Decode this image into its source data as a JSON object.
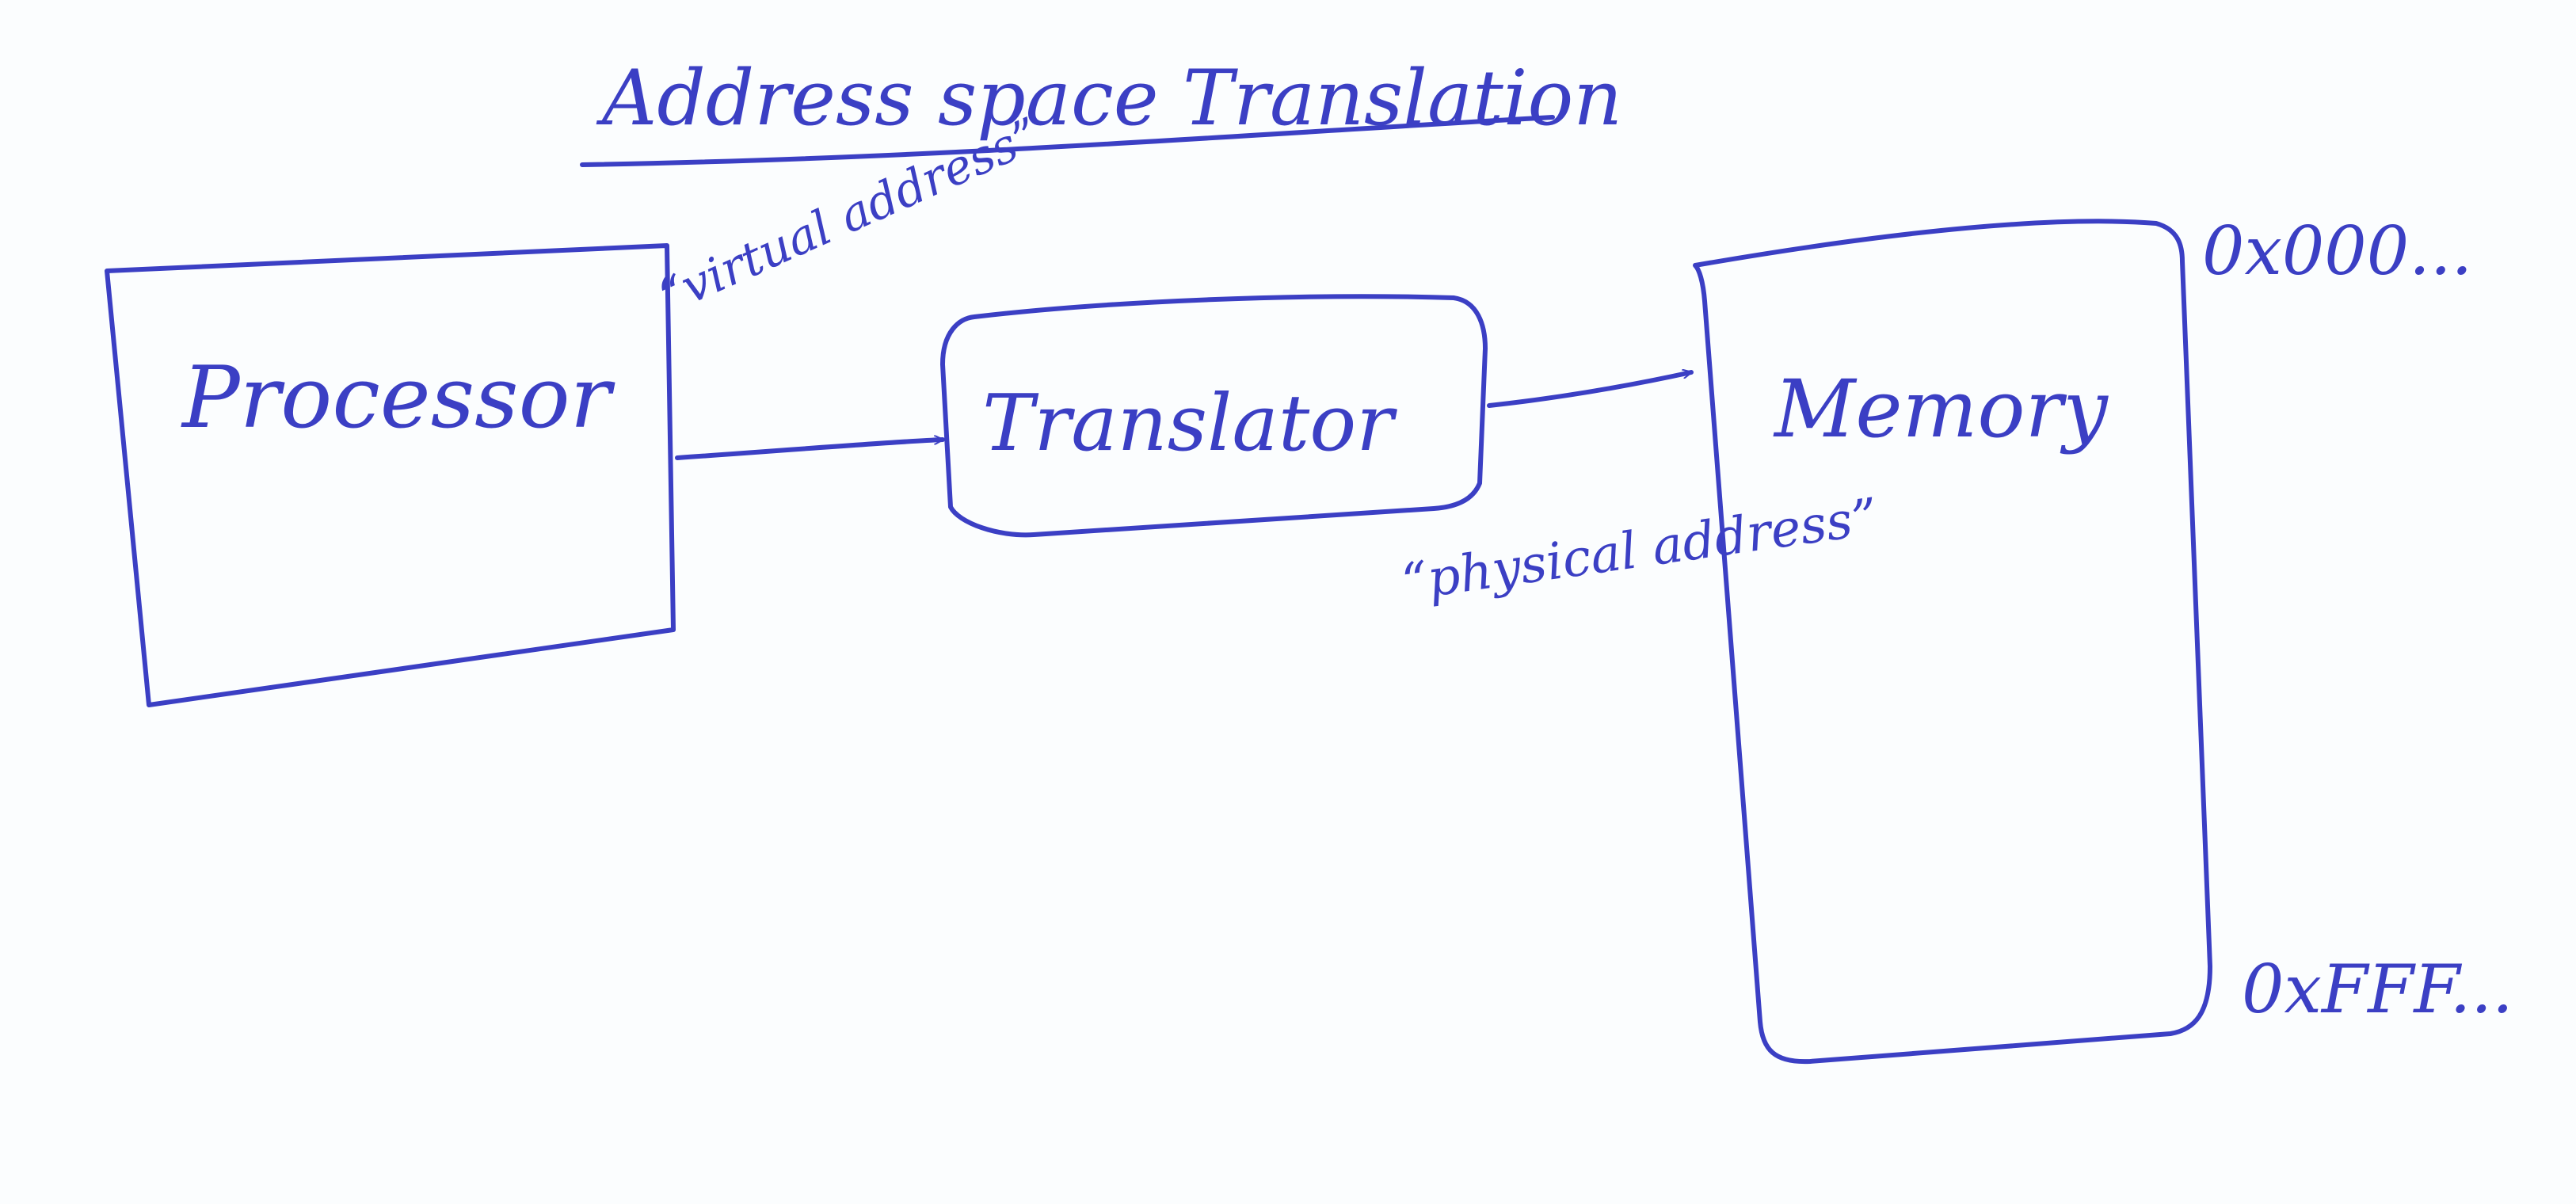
{
  "title": "Address space Translation",
  "blocks": {
    "processor": "Processor",
    "translator": "Translator",
    "memory": "Memory"
  },
  "edges": {
    "virtual_address": "“virtual address”",
    "physical_address": "“physical address”"
  },
  "memory_range": {
    "start": "0x000...",
    "end": "0xFFF..."
  },
  "colors": {
    "ink": "#3b3fc4",
    "paper": "#fbfdfe"
  }
}
